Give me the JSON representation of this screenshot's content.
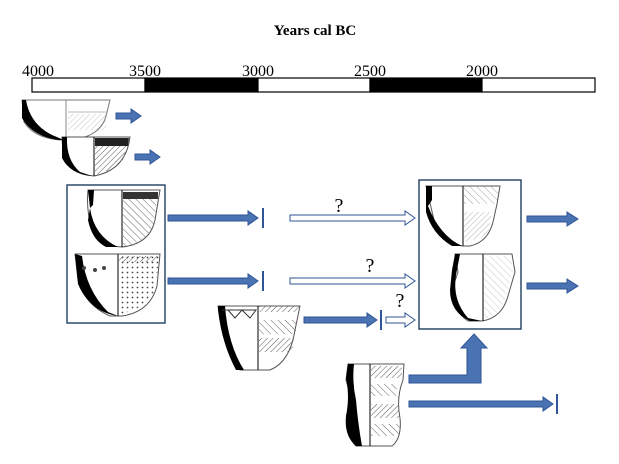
{
  "title": "Years cal BC",
  "timeline": {
    "ticks": [
      "4000",
      "3500",
      "3000",
      "2500",
      "2000"
    ],
    "segments": [
      "white",
      "black",
      "white",
      "black",
      "white"
    ]
  },
  "question_marks": [
    "?",
    "?",
    "?"
  ],
  "colors": {
    "arrow_fill": "#4a73b3",
    "arrow_stroke": "#2f5597",
    "box_stroke": "#1f3f5f",
    "bar_fill": "#000000",
    "hatch": "#555555"
  },
  "icons": {
    "vessel": "pottery-vessel-icon",
    "arrow": "arrow-right-icon",
    "terminal": "end-bar-icon"
  }
}
